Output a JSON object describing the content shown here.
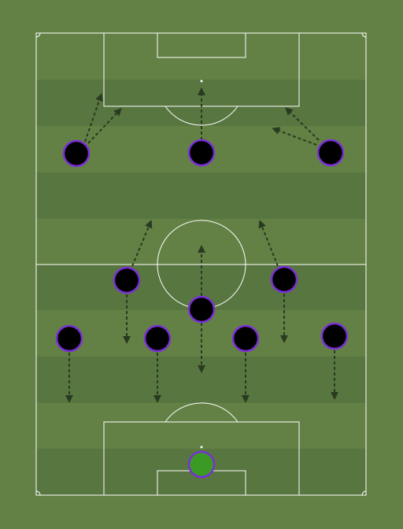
{
  "colors": {
    "background": "#638145",
    "stripe_dark": "#587640",
    "stripe_light": "#638145",
    "lines": "#ffffff",
    "player_fill": "#000000",
    "player_ring": "#7a2fd6",
    "goalkeeper_fill": "#3a9a24",
    "arrow": "#2a3a20"
  },
  "formation": {
    "goalkeeper": {
      "id": "gk"
    },
    "players": [
      {
        "id": "fw-left"
      },
      {
        "id": "fw-center"
      },
      {
        "id": "fw-right"
      },
      {
        "id": "am-left"
      },
      {
        "id": "am-right"
      },
      {
        "id": "cm-center"
      },
      {
        "id": "def-1"
      },
      {
        "id": "def-2"
      },
      {
        "id": "def-3"
      },
      {
        "id": "def-4"
      }
    ]
  }
}
